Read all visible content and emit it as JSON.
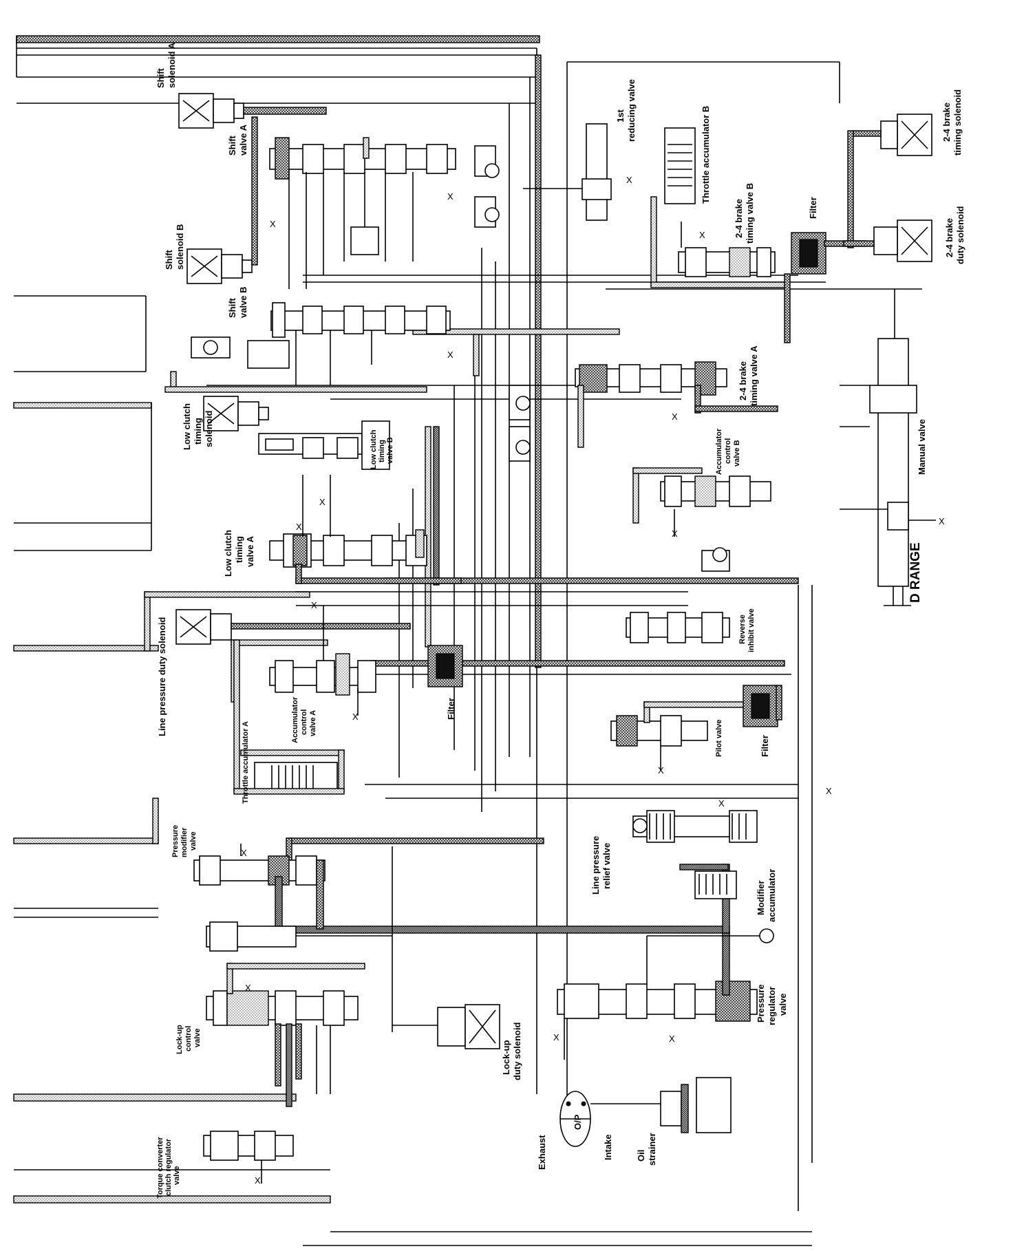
{
  "labels": {
    "shift_solenoid_a": [
      "Shift",
      "solenoid A"
    ],
    "shift_valve_a": [
      "Shift",
      "valve A"
    ],
    "shift_solenoid_b": [
      "Shift",
      "solenoid B"
    ],
    "shift_valve_b": [
      "Shift",
      "valve B"
    ],
    "low_clutch_timing_solenoid": [
      "Low clutch",
      "timing",
      "solenoid"
    ],
    "low_clutch_timing_valve_b": [
      "Low clutch",
      "timing",
      "valve B"
    ],
    "low_clutch_timing_valve_a": [
      "Low clutch",
      "timing",
      "valve A"
    ],
    "line_pressure_duty_solenoid": "Line pressure duty solenoid",
    "accumulator_control_valve_a": [
      "Accumulator",
      "control",
      "valve A"
    ],
    "filter_center": "Filter",
    "throttle_accumulator_a": "Throttle accumulator A",
    "pressure_modifier_valve": [
      "Pressure",
      "modifier",
      "valve"
    ],
    "lock_up_control_valve": [
      "Lock-up",
      "control",
      "valve"
    ],
    "torque_converter_clutch_regulator_valve": [
      "Torque converter",
      "clutch regulator",
      "valve"
    ],
    "lock_up_duty_solenoid": [
      "Lock-up",
      "duty solenoid"
    ],
    "first_reducing_valve": [
      "1st",
      "reducing valve"
    ],
    "throttle_accumulator_b": "Throttle accumulator B",
    "brake_timing_valve_b": [
      "2-4 brake",
      "timing valve B"
    ],
    "filter_upper": "Filter",
    "brake_timing_solenoid": [
      "2-4 brake",
      "timing solenoid"
    ],
    "brake_duty_solenoid": [
      "2-4 brake",
      "duty solenoid"
    ],
    "brake_timing_valve_a": [
      "2-4 brake",
      "timing valve A"
    ],
    "accumulator_control_valve_b": [
      "Accumulator",
      "control",
      "valve B"
    ],
    "manual_valve": "Manual valve",
    "d_range": "D RANGE",
    "reverse_inhibit_valve": [
      "Reverse",
      "inhibit valve"
    ],
    "pilot_valve": "Pilot valve",
    "filter_right": "Filter",
    "line_pressure_relief_valve": [
      "Line pressure",
      "relief valve"
    ],
    "modifier_accumulator": [
      "Modifier",
      "accumulator"
    ],
    "pressure_regulator_valve": [
      "Pressure",
      "regulator",
      "valve"
    ],
    "oil_strainer": [
      "Oil",
      "strainer"
    ],
    "oil_pump": "O/P",
    "exhaust": "Exhaust",
    "intake": "Intake",
    "drain_mark": "X"
  }
}
